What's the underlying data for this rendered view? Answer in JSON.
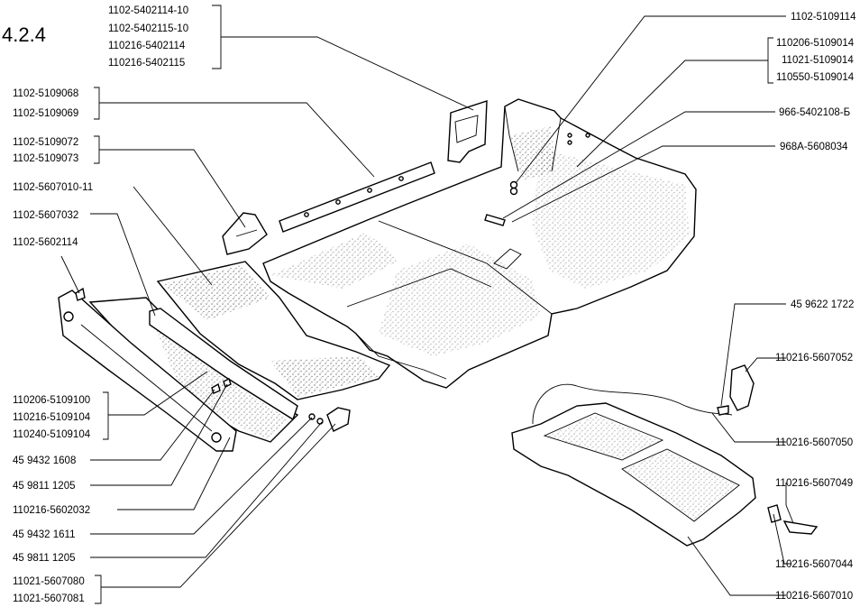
{
  "section": "4.2.4",
  "labels": {
    "l1": "1102-5402114-10",
    "l2": "1102-5402115-10",
    "l3": "110216-5402114",
    "l4": "110216-5402115",
    "l5": "1102-5109068",
    "l6": "1102-5109069",
    "l7": "1102-5109072",
    "l8": "1102-5109073",
    "l9": "1102-5607010-11",
    "l10": "1102-5607032",
    "l11": "1102-5602114",
    "l12": "110206-5109100",
    "l13": "110216-5109104",
    "l14": "110240-5109104",
    "l15": "45 9432 1608",
    "l16": "45 9811 1205",
    "l17": "110216-5602032",
    "l18": "45 9432 1611",
    "l19": "45 9811 1205",
    "l20": "11021-5607080",
    "l21": "11021-5607081",
    "r1": "1102-5109114",
    "r2": "110206-5109014",
    "r3": "11021-5109014",
    "r4": "110550-5109014",
    "r5": "966-5402108-Б",
    "r6": "968А-5608034",
    "r7": "45 9622 1722",
    "r8": "110216-5607052",
    "r9": "110216-5607050",
    "r10": "110216-5607049",
    "r11": "110216-5607044",
    "r12": "110216-5607010"
  }
}
